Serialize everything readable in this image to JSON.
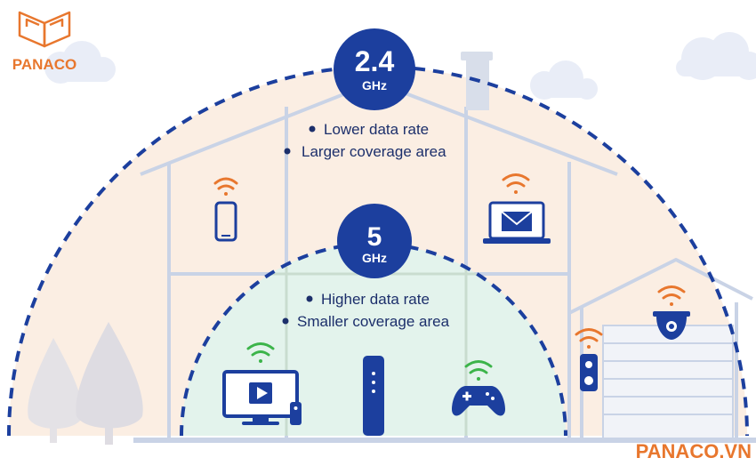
{
  "logo": {
    "text": "PANACO"
  },
  "footer_brand": {
    "text": "PANACO.VN"
  },
  "band_24": {
    "badge_main": "2.4",
    "badge_unit": "GHz",
    "bullets": [
      "Lower data rate",
      "Larger coverage area"
    ]
  },
  "band_5": {
    "badge_main": "5",
    "badge_unit": "GHz",
    "bullets": [
      "Higher data rate",
      "Smaller coverage area"
    ]
  },
  "colors": {
    "navy": "#1c3f9e",
    "dark_text": "#1c2f6b",
    "orange": "#e8772e",
    "green": "#3cb44a",
    "outer_zone": "#fbeee3",
    "inner_zone": "#e3f3ec",
    "house_lines": "#c9d3e6"
  },
  "devices": {
    "upper_floor": [
      "phone-icon",
      "laptop-mail-icon"
    ],
    "lower_floor": [
      "tv-icon",
      "router-icon",
      "gamepad-icon"
    ],
    "garage": [
      "doorbell-icon",
      "security-camera-icon"
    ]
  }
}
